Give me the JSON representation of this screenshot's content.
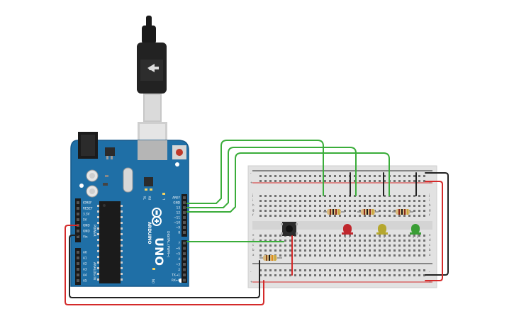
{
  "board": {
    "brand": "ARDUINO",
    "model": "UNO",
    "on_label": "ON",
    "tx_label": "TX",
    "rx_label": "RX",
    "l_label": "L",
    "power_header": "POWER",
    "analog_header": "ANALOG IN",
    "digital_header": "DIGITAL (PWM~)",
    "power_pins": [
      "IOREF",
      "RESET",
      "3.3V",
      "5V",
      "GND",
      "GND",
      "Vin"
    ],
    "analog_pins": [
      "A0",
      "A1",
      "A2",
      "A3",
      "A4",
      "A5"
    ],
    "digital_top_pins": [
      "AREF",
      "GND",
      "13",
      "12",
      "~11",
      "~10",
      "~9",
      "8"
    ],
    "digital_bottom_pins": [
      "7",
      "~6",
      "~5",
      "4",
      "~3",
      "2",
      "TX→1",
      "RX←0"
    ]
  },
  "breadboard": {
    "row_letters_top": [
      "j",
      "i",
      "h",
      "g",
      "f"
    ],
    "row_letters_bottom": [
      "e",
      "d",
      "c",
      "b",
      "a"
    ],
    "rail_minus": "-",
    "rail_plus": "+"
  },
  "components": {
    "leds": [
      {
        "color": "#c0272d"
      },
      {
        "color": "#b5a72e"
      },
      {
        "color": "#3a9e35"
      }
    ],
    "wire_colors": {
      "signal": "#3aad3a",
      "ground": "#222222",
      "power": "#d42a2a"
    }
  }
}
